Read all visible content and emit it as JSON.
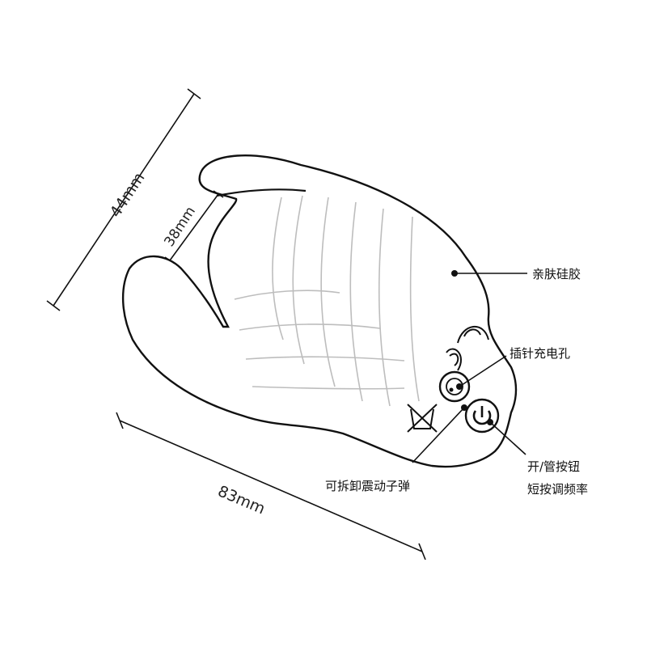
{
  "dimensions": {
    "height_outer": "44mm",
    "opening": "38mm",
    "length": "83mm"
  },
  "callouts": {
    "material": "亲肤硅胶",
    "charging_port": "插针充电孔",
    "bullet": "可拆卸震动子弹",
    "power_button_line1": "开/管按钮",
    "power_button_line2": "短按调频率"
  },
  "icons": [
    "charging-port-icon",
    "power-icon",
    "vibration-icon",
    "no-washing-icon"
  ],
  "colors": {
    "outline": "#111111",
    "ribs": "#bdbdbd",
    "background": "#ffffff"
  }
}
